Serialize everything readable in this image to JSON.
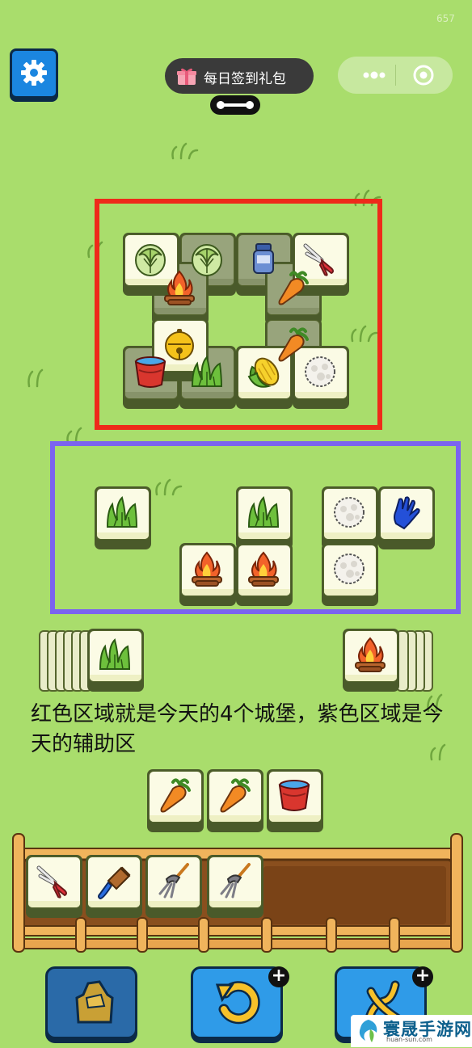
{
  "status": {
    "fps": "657"
  },
  "top_bar": {
    "daily_gift_label": "每日签到礼包"
  },
  "annotations": {
    "caption": "红色区域就是今天的4个城堡，紫色区域是今天的辅助区",
    "castle_box_color": "#ee2a1a",
    "helper_box_color": "#7b63f0"
  },
  "castle_tiles": [
    "cabbage",
    "cabbage",
    "jam-jar",
    "pruning-shears",
    "campfire",
    "carrot",
    "carrot",
    "golden-bell",
    "water-bucket",
    "grass",
    "corn",
    "cotton"
  ],
  "helper_tiles": [
    "grass",
    "grass",
    "cotton",
    "glove",
    "campfire",
    "campfire",
    "cotton"
  ],
  "side_stacks": {
    "left_top": "grass",
    "right_top": "campfire"
  },
  "queue_tiles": [
    "carrot",
    "carrot",
    "water-bucket"
  ],
  "slot_tiles": [
    "pruning-shears",
    "brush",
    "pitchfork",
    "pitchfork"
  ],
  "bottom_buttons": [
    "move-out",
    "undo",
    "shuffle"
  ],
  "watermark": {
    "title": "寰晟手游网",
    "url": "huan-sun.com"
  }
}
